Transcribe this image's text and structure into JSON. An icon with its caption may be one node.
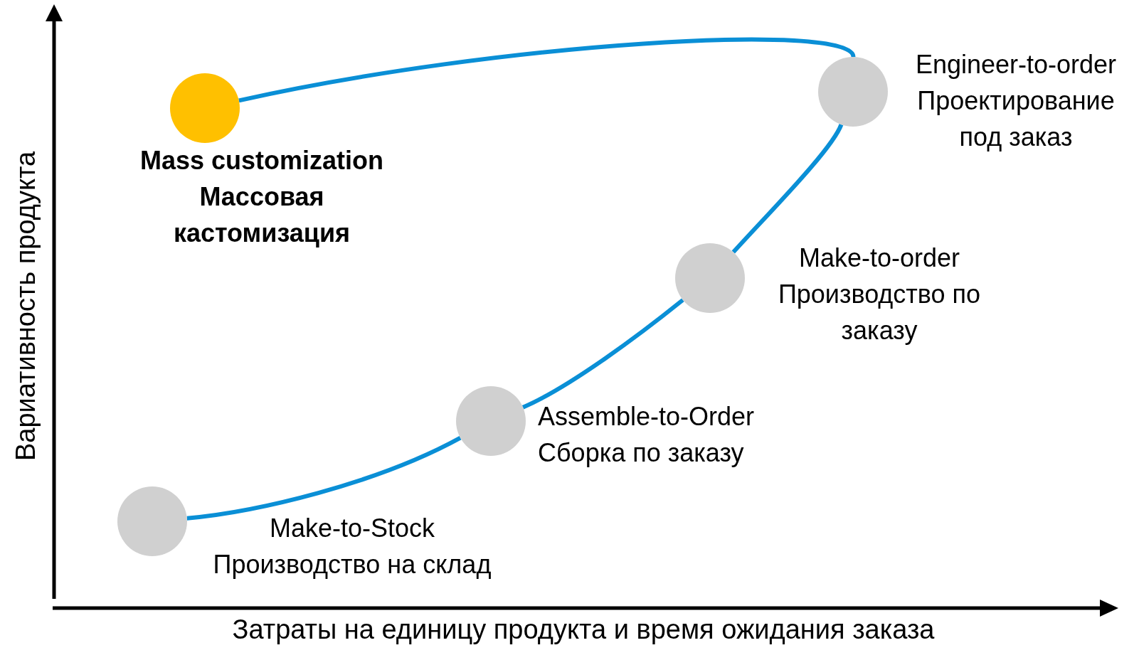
{
  "diagram": {
    "nodes": [
      {
        "text": [],
        "shape": "circle",
        "beside": [
          "Mass customization",
          "Массовая кастомизация"
        ]
      },
      {
        "text": [],
        "shape": "circle",
        "beside": [
          "Engineer-to-order",
          "Проектирование под заказ"
        ]
      },
      {
        "text": [],
        "shape": "circle",
        "beside": [
          "Make-to-order",
          "Производство по заказу"
        ]
      },
      {
        "text": [],
        "shape": "circle",
        "beside": [
          "Assemble-to-Order",
          "Сборка по заказу"
        ]
      },
      {
        "text": [],
        "shape": "circle",
        "beside": [
          "Make-to-Stock",
          "Производство на склад"
        ]
      }
    ],
    "edges": [
      {
        "from": 4,
        "to": 3,
        "arrow": "none"
      },
      {
        "from": 3,
        "to": 2,
        "arrow": "none"
      },
      {
        "from": 2,
        "to": 1,
        "arrow": "none"
      },
      {
        "from": 1,
        "to": 0,
        "arrow": "none"
      }
    ],
    "labels": [
      "Вариативность продукта",
      "Затраты на единицу продукта и время ожидания заказа"
    ]
  }
}
